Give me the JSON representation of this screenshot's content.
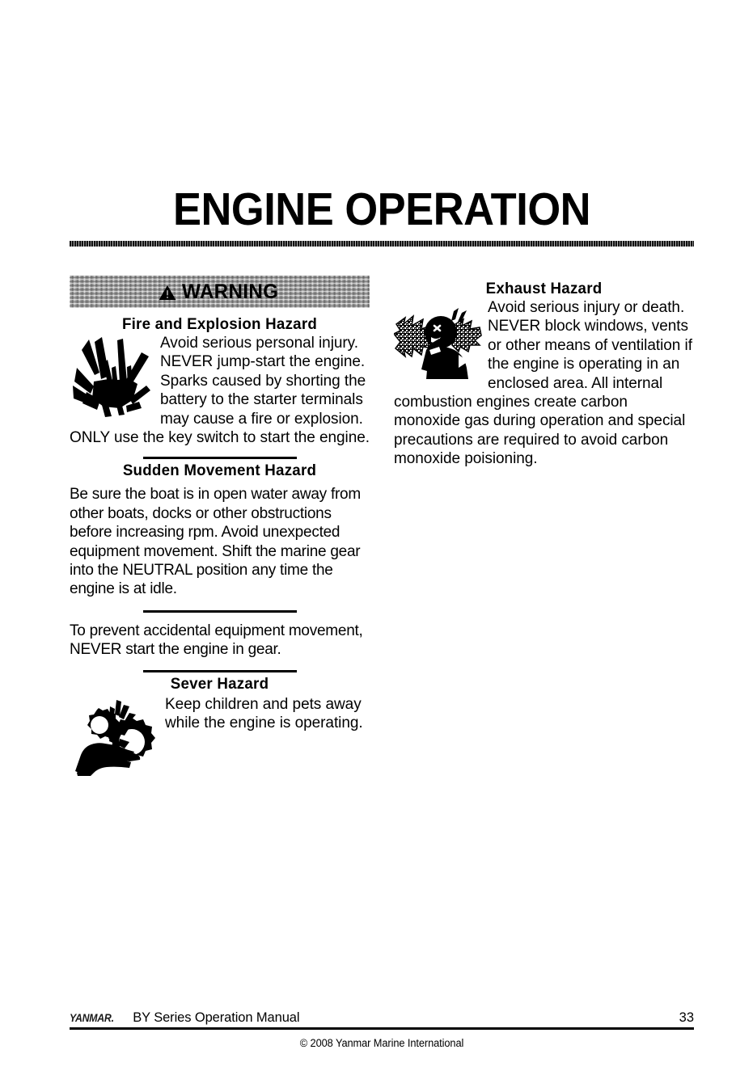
{
  "document": {
    "title": "ENGINE OPERATION"
  },
  "left_column": {
    "warning_banner": {
      "label": "WARNING",
      "icon": "warning-triangle-icon"
    },
    "sections": [
      {
        "heading": "Fire and Explosion Hazard",
        "icon": "spark-explosion-icon",
        "body": "Avoid serious personal injury. NEVER jump-start the engine. Sparks caused by shorting the battery to the starter terminals may cause a fire or explosion. ONLY use the key switch to start the engine."
      },
      {
        "heading": "Sudden Movement Hazard",
        "body": "Be sure the boat is in open water away from other boats, docks or other obstructions before increasing rpm. Avoid unexpected equipment movement. Shift the marine gear into the NEUTRAL position any time the engine is at idle.",
        "body2": "To prevent accidental equipment movement, NEVER start the engine in gear."
      },
      {
        "heading": "Sever Hazard",
        "icon": "hand-in-gears-icon",
        "body": "Keep children and pets away while the engine is operating."
      }
    ]
  },
  "right_column": {
    "sections": [
      {
        "heading": "Exhaust Hazard",
        "icon": "exhaust-coughing-person-icon",
        "body": "Avoid serious injury or death. NEVER block windows, vents or other means of ventilation if the engine is operating in an enclosed area. All internal combustion engines create carbon monoxide gas during operation and special precautions are required to avoid carbon monoxide poisioning."
      }
    ]
  },
  "footer": {
    "brand": "YANMAR.",
    "document_name": "BY Series Operation Manual",
    "page_number": "33",
    "copyright": "© 2008 Yanmar Marine International"
  },
  "colors": {
    "text": "#000000",
    "banner_gray": "#9c9c9c",
    "page_background": "#ffffff"
  }
}
